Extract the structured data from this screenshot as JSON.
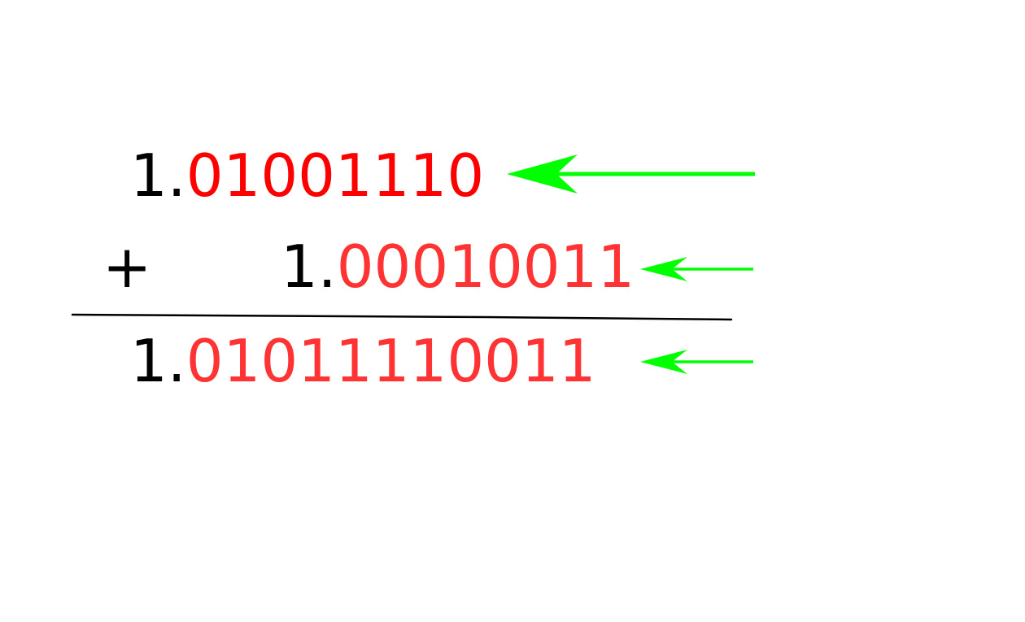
{
  "operand_a": {
    "integer": "1.",
    "fraction": "01001110"
  },
  "operator": "+",
  "operand_b": {
    "integer": "1.",
    "fraction": "00010011"
  },
  "result": {
    "integer": "1.",
    "fraction": "01011110011"
  },
  "colors": {
    "digits_black": "#000000",
    "fraction_red": "#ff0000",
    "fraction_light_red": "#ff3333",
    "arrow_green": "#00ff00",
    "rule_line": "#000000"
  },
  "icons": [
    "arrow-left-icon",
    "arrow-left-icon",
    "arrow-left-icon"
  ]
}
